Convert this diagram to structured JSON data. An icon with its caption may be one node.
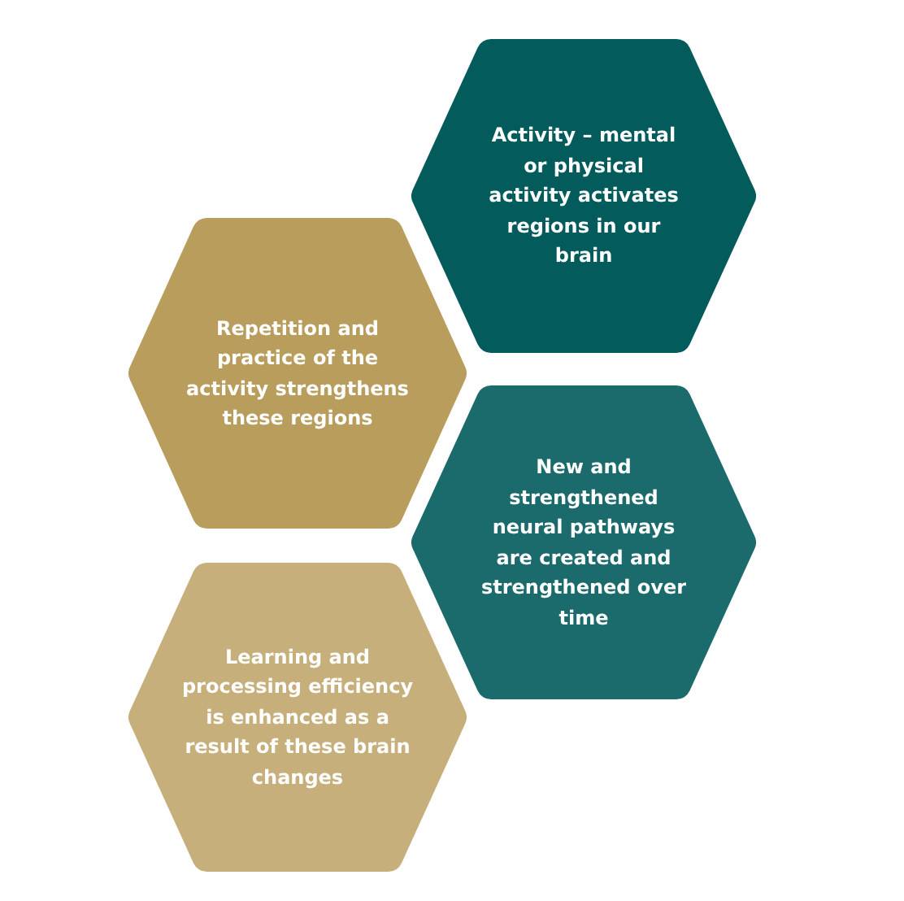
{
  "diagram": {
    "nodes": [
      {
        "text": [
          "Activity – mental or physical activity activates regions in our brain"
        ]
      },
      {
        "text": [
          "Repetition and practice of the activity strengthens these regions"
        ]
      },
      {
        "text": [
          "New and strengthened neural pathways are created and strengthened over time"
        ]
      },
      {
        "text": [
          "Learning and processing efficiency is enhanced as a result of these brain changes"
        ]
      }
    ]
  }
}
